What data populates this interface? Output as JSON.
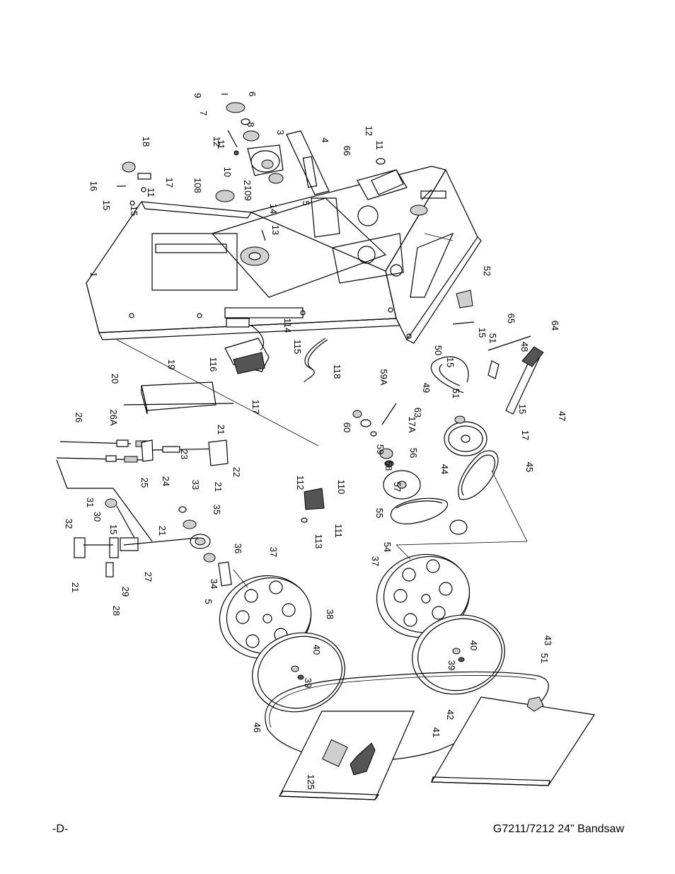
{
  "page": {
    "footer_left": "-D-",
    "footer_right": "G7211/7212 24\" Bandsaw"
  },
  "diagram": {
    "callouts": [
      "1",
      "2",
      "3",
      "4",
      "5",
      "5",
      "6",
      "7",
      "8",
      "9",
      "10",
      "11",
      "11",
      "11",
      "12",
      "12",
      "13",
      "14",
      "15",
      "15",
      "15",
      "15",
      "15",
      "15",
      "16",
      "17",
      "17",
      "17A",
      "18",
      "19",
      "20",
      "21",
      "21",
      "21",
      "21",
      "22",
      "23",
      "24",
      "25",
      "26",
      "26A",
      "27",
      "28",
      "29",
      "30",
      "31",
      "32",
      "33",
      "34",
      "35",
      "36",
      "37",
      "37",
      "38",
      "39",
      "39",
      "40",
      "40",
      "41",
      "42",
      "43",
      "44",
      "45",
      "46",
      "47",
      "48",
      "49",
      "50",
      "51",
      "51",
      "51",
      "52",
      "54",
      "55",
      "56",
      "57",
      "58",
      "59",
      "59A",
      "60",
      "63",
      "64",
      "65",
      "66",
      "108",
      "109",
      "110",
      "111",
      "112",
      "113",
      "114",
      "115",
      "116",
      "117",
      "118",
      "125"
    ]
  }
}
